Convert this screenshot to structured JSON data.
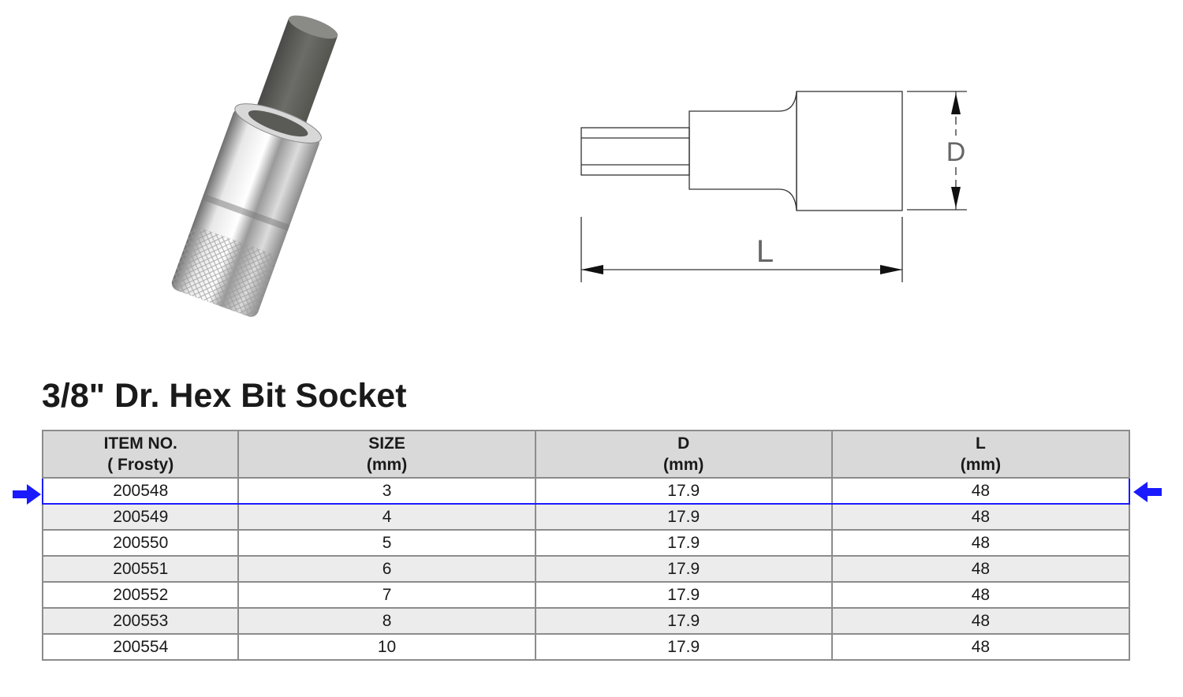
{
  "page": {
    "title": "3/8\" Dr. Hex Bit Socket"
  },
  "drawing": {
    "dimension_d_label": "D",
    "dimension_l_label": "L"
  },
  "table": {
    "headers": [
      {
        "line1": "ITEM NO.",
        "line2": "( Frosty)"
      },
      {
        "line1": "SIZE",
        "line2": "(mm)"
      },
      {
        "line1": "D",
        "line2": "(mm)"
      },
      {
        "line1": "L",
        "line2": "(mm)"
      }
    ],
    "rows": [
      {
        "item": "200548",
        "size": "3",
        "d": "17.9",
        "l": "48",
        "highlighted": true
      },
      {
        "item": "200549",
        "size": "4",
        "d": "17.9",
        "l": "48"
      },
      {
        "item": "200550",
        "size": "5",
        "d": "17.9",
        "l": "48"
      },
      {
        "item": "200551",
        "size": "6",
        "d": "17.9",
        "l": "48"
      },
      {
        "item": "200552",
        "size": "7",
        "d": "17.9",
        "l": "48"
      },
      {
        "item": "200553",
        "size": "8",
        "d": "17.9",
        "l": "48"
      },
      {
        "item": "200554",
        "size": "10",
        "d": "17.9",
        "l": "48"
      }
    ]
  },
  "colors": {
    "highlight": "#1a1aff",
    "header_bg": "#d9d9d9",
    "stripe_bg": "#ececec",
    "border": "#8c8c8c"
  },
  "icons": {
    "left_marker": "arrow-right-icon",
    "right_marker": "arrow-left-icon"
  }
}
